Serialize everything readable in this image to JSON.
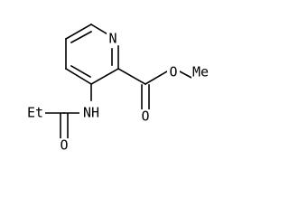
{
  "labels": {
    "ring_nitrogen": "N",
    "ester_ether_oxygen": "O",
    "ester_methyl": "Me",
    "ester_carbonyl_oxygen": "O",
    "amide_nitrogen": "NH",
    "ethyl": "Et",
    "amide_carbonyl_oxygen": "O"
  }
}
